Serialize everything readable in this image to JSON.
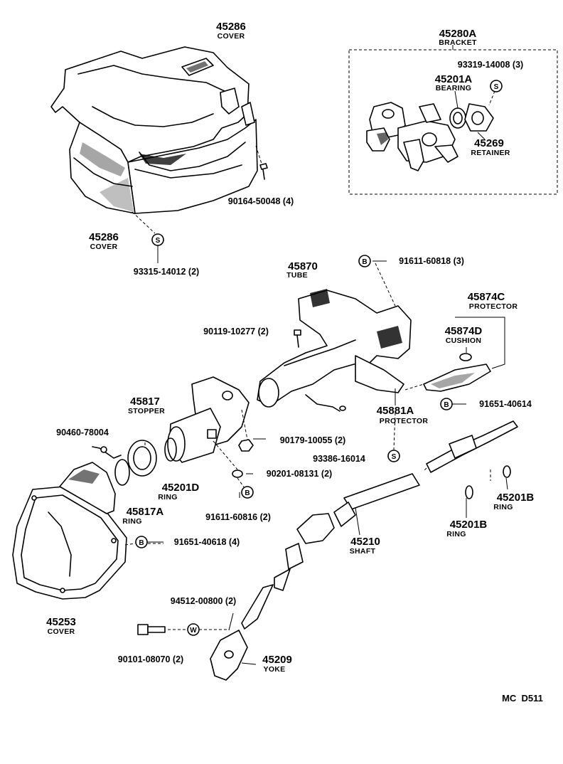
{
  "parts": {
    "cover_top": {
      "number": "45286",
      "desc": "COVER"
    },
    "cover_bottom": {
      "number": "45286",
      "desc": "COVER"
    },
    "bracket": {
      "number": "45280A",
      "desc": "BRACKET"
    },
    "bearing": {
      "number": "45201A",
      "desc": "BEARING"
    },
    "retainer": {
      "number": "45269",
      "desc": "RETAINER"
    },
    "tube": {
      "number": "45870",
      "desc": "TUBE"
    },
    "protector_c": {
      "number": "45874C",
      "desc": "PROTECTOR"
    },
    "cushion": {
      "number": "45874D",
      "desc": "CUSHION"
    },
    "stopper": {
      "number": "45817",
      "desc": "STOPPER"
    },
    "protector_a": {
      "number": "45881A",
      "desc": "PROTECTOR"
    },
    "ring_d": {
      "number": "45201D",
      "desc": "RING"
    },
    "ring_a": {
      "number": "45817A",
      "desc": "RING"
    },
    "ring_b1": {
      "number": "45201B",
      "desc": "RING"
    },
    "ring_b2": {
      "number": "45201B",
      "desc": "RING"
    },
    "shaft": {
      "number": "45210",
      "desc": "SHAFT"
    },
    "cover_boot": {
      "number": "45253",
      "desc": "COVER"
    },
    "yoke": {
      "number": "45209",
      "desc": "YOKE"
    }
  },
  "fasteners": {
    "f_93319": "93319-14008 (3)",
    "f_90164": "90164-50048 (4)",
    "f_93315": "93315-14012 (2)",
    "f_91611_a": "91611-60818 (3)",
    "f_90119": "90119-10277 (2)",
    "f_91651_a": "91651-40614",
    "f_90460": "90460-78004",
    "f_90179": "90179-10055 (2)",
    "f_93386": "93386-16014",
    "f_90201": "90201-08131 (2)",
    "f_91611_b": "91611-60816 (2)",
    "f_91651_b": "91651-40618 (4)",
    "f_94512": "94512-00800 (2)",
    "f_90101": "90101-08070 (2)"
  },
  "symbols": {
    "s": "S",
    "b": "B",
    "w": "W"
  },
  "diagram_code": "MC  D511"
}
